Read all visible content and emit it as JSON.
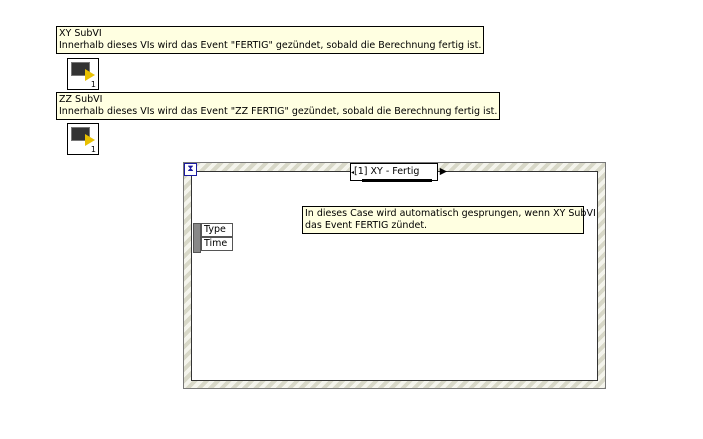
{
  "comments": [
    {
      "title": "XY SubVI",
      "text": "Innerhalb dieses VIs wird das Event \"FERTIG\" gezündet, sobald die Berechnung fertig ist."
    },
    {
      "title": "ZZ SubVI",
      "text": "Innerhalb dieses VIs wird das Event \"ZZ FERTIG\" gezündet, sobald die Berechnung fertig ist."
    }
  ],
  "subvis": [
    {
      "number": "1"
    },
    {
      "number": "1"
    }
  ],
  "event_structure": {
    "selector": "[1] XY - Fertig",
    "event_data": [
      "Type",
      "Time"
    ],
    "comment": [
      "In dieses Case wird automatisch gesprungen, wenn XY SubVI",
      "das Event FERTIG zündet."
    ]
  }
}
